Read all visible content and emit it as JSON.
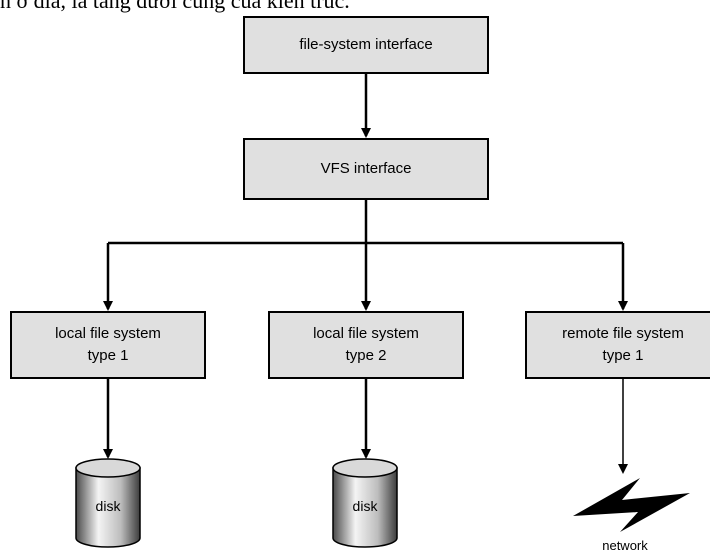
{
  "caption": "n ở đĩa, là tầng dưới cùng của kiến trúc.",
  "boxes": {
    "filesystem_interface": "file-system interface",
    "vfs_interface": "VFS interface",
    "local1": {
      "line1": "local file system",
      "line2": "type 1"
    },
    "local2": {
      "line1": "local file system",
      "line2": "type 2"
    },
    "remote1": {
      "line1": "remote file system",
      "line2": "type 1"
    }
  },
  "disk_label": "disk",
  "network_label": "network",
  "colors": {
    "box_fill": "#e0e0e0",
    "stroke": "#000000"
  },
  "icons": [
    "disk-icon",
    "network-lightning-icon"
  ]
}
